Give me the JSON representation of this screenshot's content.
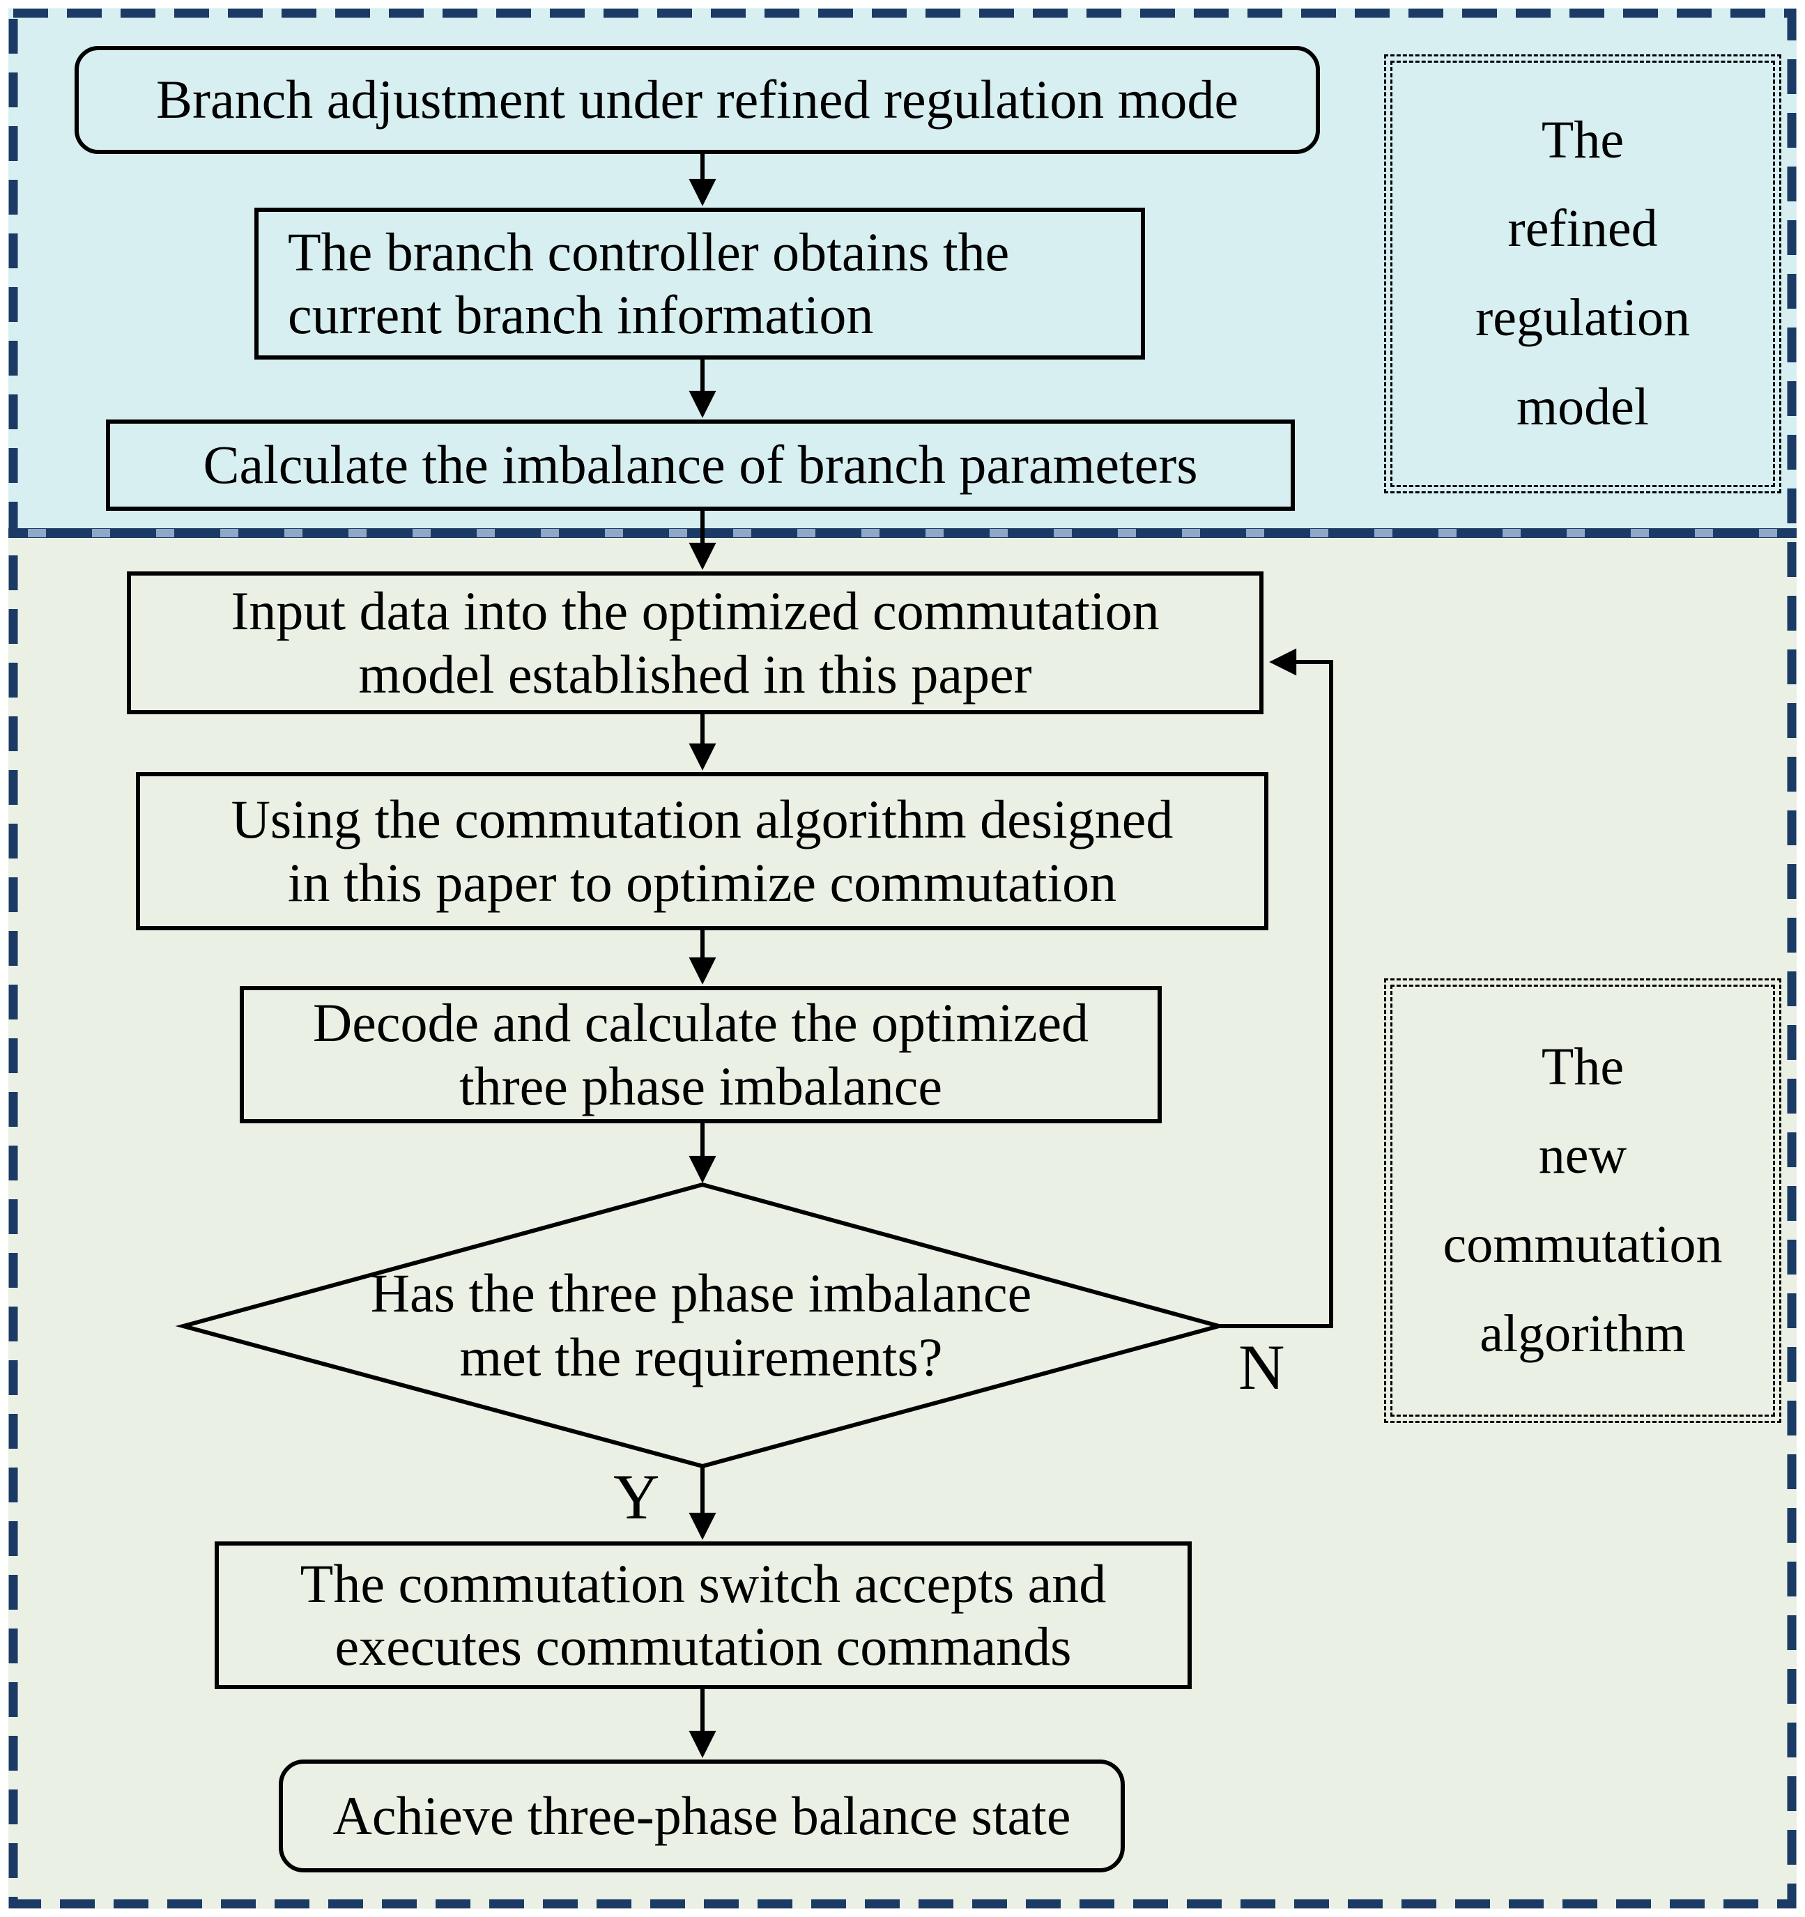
{
  "colors": {
    "top_section_bg": "#d8eff1",
    "bottom_section_bg": "#eaf0e4",
    "outer_border_navy": "#1c3a66",
    "divider_light_dash": "#8fa8c8",
    "box_border": "#000000",
    "text": "#000000"
  },
  "sections": {
    "top": {
      "label_lines": [
        "The",
        "refined",
        "regulation",
        "model"
      ]
    },
    "bottom": {
      "label_lines": [
        "The",
        "new",
        "commutation",
        "algorithm"
      ]
    }
  },
  "nodes": {
    "start": {
      "text": "Branch adjustment under refined regulation mode"
    },
    "obtain": {
      "line1": "The branch controller obtains the",
      "line2": "current branch information"
    },
    "calculate": {
      "text": "Calculate the imbalance of branch parameters"
    },
    "input": {
      "line1": "Input data into the optimized commutation",
      "line2": "model established in this paper"
    },
    "algorithm": {
      "line1": "Using the commutation algorithm designed",
      "line2": "in this paper to optimize commutation"
    },
    "decode": {
      "line1": "Decode and calculate the optimized",
      "line2": "three phase imbalance"
    },
    "decision": {
      "line1": "Has the three phase imbalance",
      "line2": "met the requirements?"
    },
    "execute": {
      "line1": "The commutation switch accepts and",
      "line2": "executes commutation commands"
    },
    "achieve": {
      "text": "Achieve three-phase balance state"
    }
  },
  "branch_labels": {
    "yes": "Y",
    "no": "N"
  }
}
